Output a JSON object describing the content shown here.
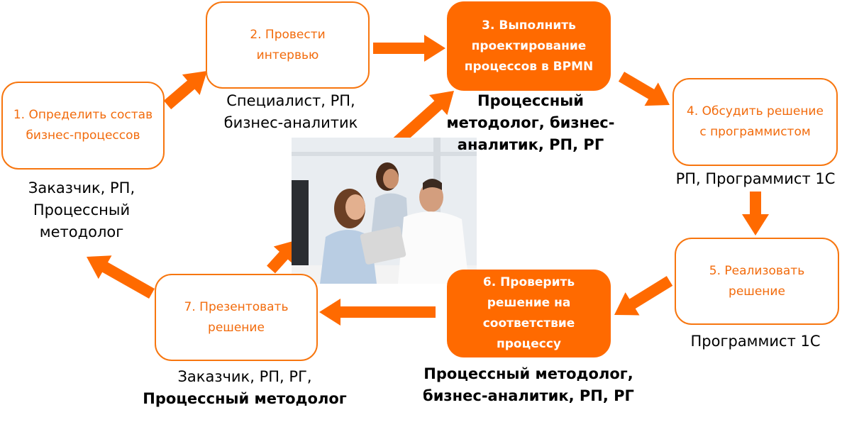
{
  "steps": [
    {
      "label": "1. Определить состав бизнес-процессов",
      "roles": "Заказчик, РП, Процессный методолог"
    },
    {
      "label": "2. Провести интервью",
      "roles": "Специалист, РП, бизнес-аналитик"
    },
    {
      "label": "3. Выполнить проектирование процессов в BPMN",
      "roles": "Процессный методолог, бизнес-аналитик, РП, РГ"
    },
    {
      "label": "4. Обсудить решение с программистом",
      "roles": "РП, Программист 1С"
    },
    {
      "label": "5. Реализовать решение",
      "roles": "Программист 1С"
    },
    {
      "label": "6. Проверить решение на соответствие процессу",
      "roles": "Процессный методолог, бизнес-аналитик, РП, РГ"
    },
    {
      "label": "7. Презентовать решение",
      "roles_normal": "Заказчик, РП, РГ,",
      "roles_bold": "Процессный методолог"
    }
  ],
  "colors": {
    "accent": "#ff6a00",
    "outline_text": "#f26b0c"
  }
}
